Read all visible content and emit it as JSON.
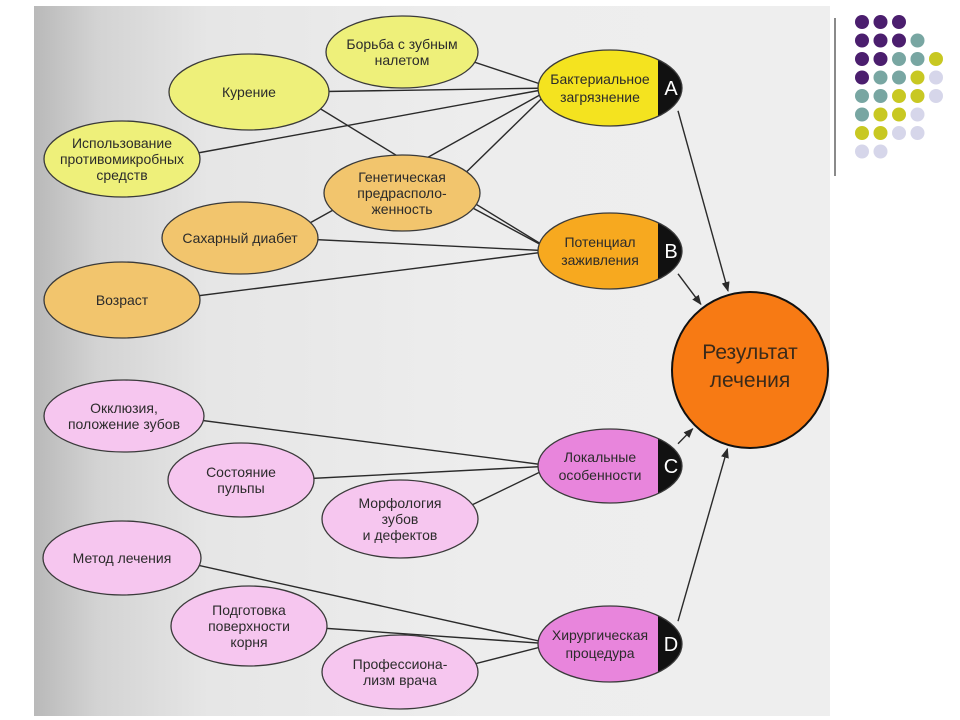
{
  "palette": {
    "yellow": "#eef07a",
    "orange_light": "#f2c56d",
    "orange_factor": "#f7a91f",
    "bacterial": "#f4e31f",
    "pink": "#f6c6ef",
    "pink_factor": "#e885dc",
    "result": "#f77a14",
    "tab_dark": "#111111",
    "deco_purple": "#4b1e6e",
    "deco_teal": "#78a6a2",
    "deco_olive": "#c8c822",
    "deco_lavender": "#d6d6ea"
  },
  "decor_dots": [
    [
      "deco_purple",
      "deco_purple",
      "deco_purple"
    ],
    [
      "deco_purple",
      "deco_purple",
      "deco_purple",
      "deco_teal"
    ],
    [
      "deco_purple",
      "deco_purple",
      "deco_teal",
      "deco_teal",
      "deco_olive"
    ],
    [
      "deco_purple",
      "deco_teal",
      "deco_teal",
      "deco_olive",
      "deco_lavender"
    ],
    [
      "deco_teal",
      "deco_teal",
      "deco_olive",
      "deco_olive",
      "deco_lavender"
    ],
    [
      "deco_teal",
      "deco_olive",
      "deco_olive",
      "deco_lavender"
    ],
    [
      "deco_olive",
      "deco_olive",
      "deco_lavender",
      "deco_lavender"
    ],
    [
      "deco_lavender",
      "deco_lavender"
    ]
  ],
  "nodes": [
    {
      "id": "plaque",
      "lines": [
        "Борьба с зубным",
        "налетом"
      ],
      "fill": "yellow"
    },
    {
      "id": "smoking",
      "lines": [
        "Курение"
      ],
      "fill": "yellow"
    },
    {
      "id": "antimicrobial",
      "lines": [
        "Использование",
        "противомикробных",
        "средств"
      ],
      "fill": "yellow"
    },
    {
      "id": "genetic",
      "lines": [
        "Генетическая",
        "предрасполо-",
        "женность"
      ],
      "fill": "orange_light"
    },
    {
      "id": "diabetes",
      "lines": [
        "Сахарный диабет"
      ],
      "fill": "orange_light"
    },
    {
      "id": "age",
      "lines": [
        "Возраст"
      ],
      "fill": "orange_light"
    },
    {
      "id": "occlusion",
      "lines": [
        "Окклюзия,",
        "положение зубов"
      ],
      "fill": "pink"
    },
    {
      "id": "pulp",
      "lines": [
        "Состояние",
        "пульпы"
      ],
      "fill": "pink"
    },
    {
      "id": "morphology",
      "lines": [
        "Морфология",
        "зубов",
        "и дефектов"
      ],
      "fill": "pink"
    },
    {
      "id": "method",
      "lines": [
        "Метод лечения"
      ],
      "fill": "pink"
    },
    {
      "id": "rootprep",
      "lines": [
        "Подготовка",
        "поверхности",
        "корня"
      ],
      "fill": "pink"
    },
    {
      "id": "skill",
      "lines": [
        "Профессиона-",
        "лизм врача"
      ],
      "fill": "pink"
    }
  ],
  "factors": [
    {
      "id": "A",
      "letter": "A",
      "lines": [
        "Бактериальное",
        "загрязнение"
      ],
      "fill": "bacterial"
    },
    {
      "id": "B",
      "letter": "B",
      "lines": [
        "Потенциал",
        "заживления"
      ],
      "fill": "orange_factor"
    },
    {
      "id": "C",
      "letter": "C",
      "lines": [
        "Локальные",
        "особенности"
      ],
      "fill": "pink_factor"
    },
    {
      "id": "D",
      "letter": "D",
      "lines": [
        "Хирургическая",
        "процедура"
      ],
      "fill": "pink_factor"
    }
  ],
  "result": {
    "lines": [
      "Результат",
      "лечения"
    ],
    "fill": "result"
  },
  "edges": [
    [
      "plaque",
      "A"
    ],
    [
      "smoking",
      "A"
    ],
    [
      "smoking",
      "B"
    ],
    [
      "antimicrobial",
      "A"
    ],
    [
      "genetic",
      "A"
    ],
    [
      "genetic",
      "B"
    ],
    [
      "diabetes",
      "A"
    ],
    [
      "diabetes",
      "B"
    ],
    [
      "age",
      "B"
    ],
    [
      "occlusion",
      "C"
    ],
    [
      "pulp",
      "C"
    ],
    [
      "morphology",
      "C"
    ],
    [
      "method",
      "D"
    ],
    [
      "rootprep",
      "D"
    ],
    [
      "skill",
      "D"
    ]
  ],
  "arrows": [
    [
      "A",
      "result"
    ],
    [
      "B",
      "result"
    ],
    [
      "C",
      "result"
    ],
    [
      "D",
      "result"
    ]
  ]
}
